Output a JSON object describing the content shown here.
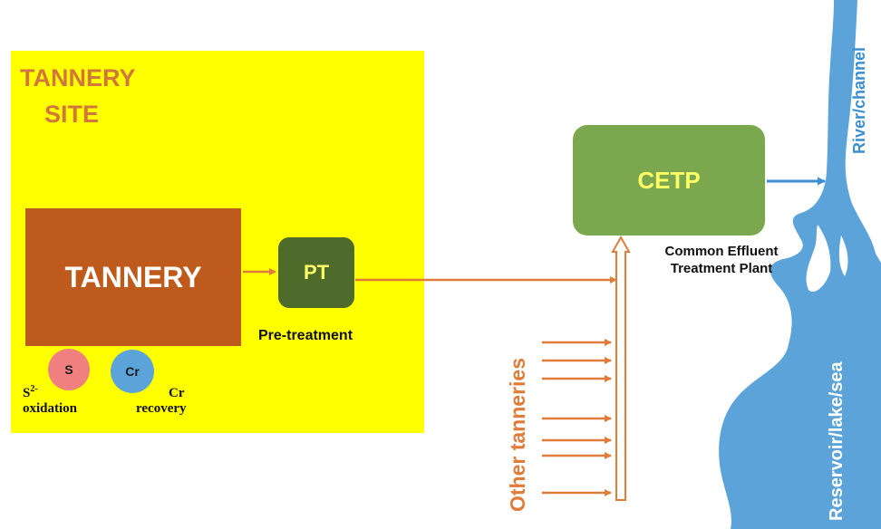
{
  "site": {
    "title_line1": "TANNERY",
    "title_line2": "SITE"
  },
  "tannery": {
    "label": "TANNERY"
  },
  "sulfide": {
    "circle_label": "S",
    "label_s": "S",
    "label_sup": "2-",
    "label_line2": "oxidation"
  },
  "chromium": {
    "circle_label": "Cr",
    "label_line1": "Cr",
    "label_line2": "recovery"
  },
  "pretreatment": {
    "box_label": "PT",
    "label": "Pre-treatment"
  },
  "cetp": {
    "box_label": "CETP",
    "full_line1": "Common Effluent",
    "full_line2": "Treatment Plant"
  },
  "other_tanneries": {
    "label": "Other tanneries",
    "arrow_count": 7
  },
  "water": {
    "river_label": "River/channel",
    "reservoir_label": "Reservoir/lake/sea"
  },
  "colors": {
    "site_bg": "#ffff00",
    "site_title": "#d2773a",
    "tannery": "#be5a1c",
    "pt": "#4f6b2b",
    "cetp": "#7ba74f",
    "box_text": "#ffff66",
    "flow": "#e07c3a",
    "water": "#5ba3d8",
    "sulfide_circle": "#f08080",
    "chromium_circle": "#5ba3d8"
  }
}
